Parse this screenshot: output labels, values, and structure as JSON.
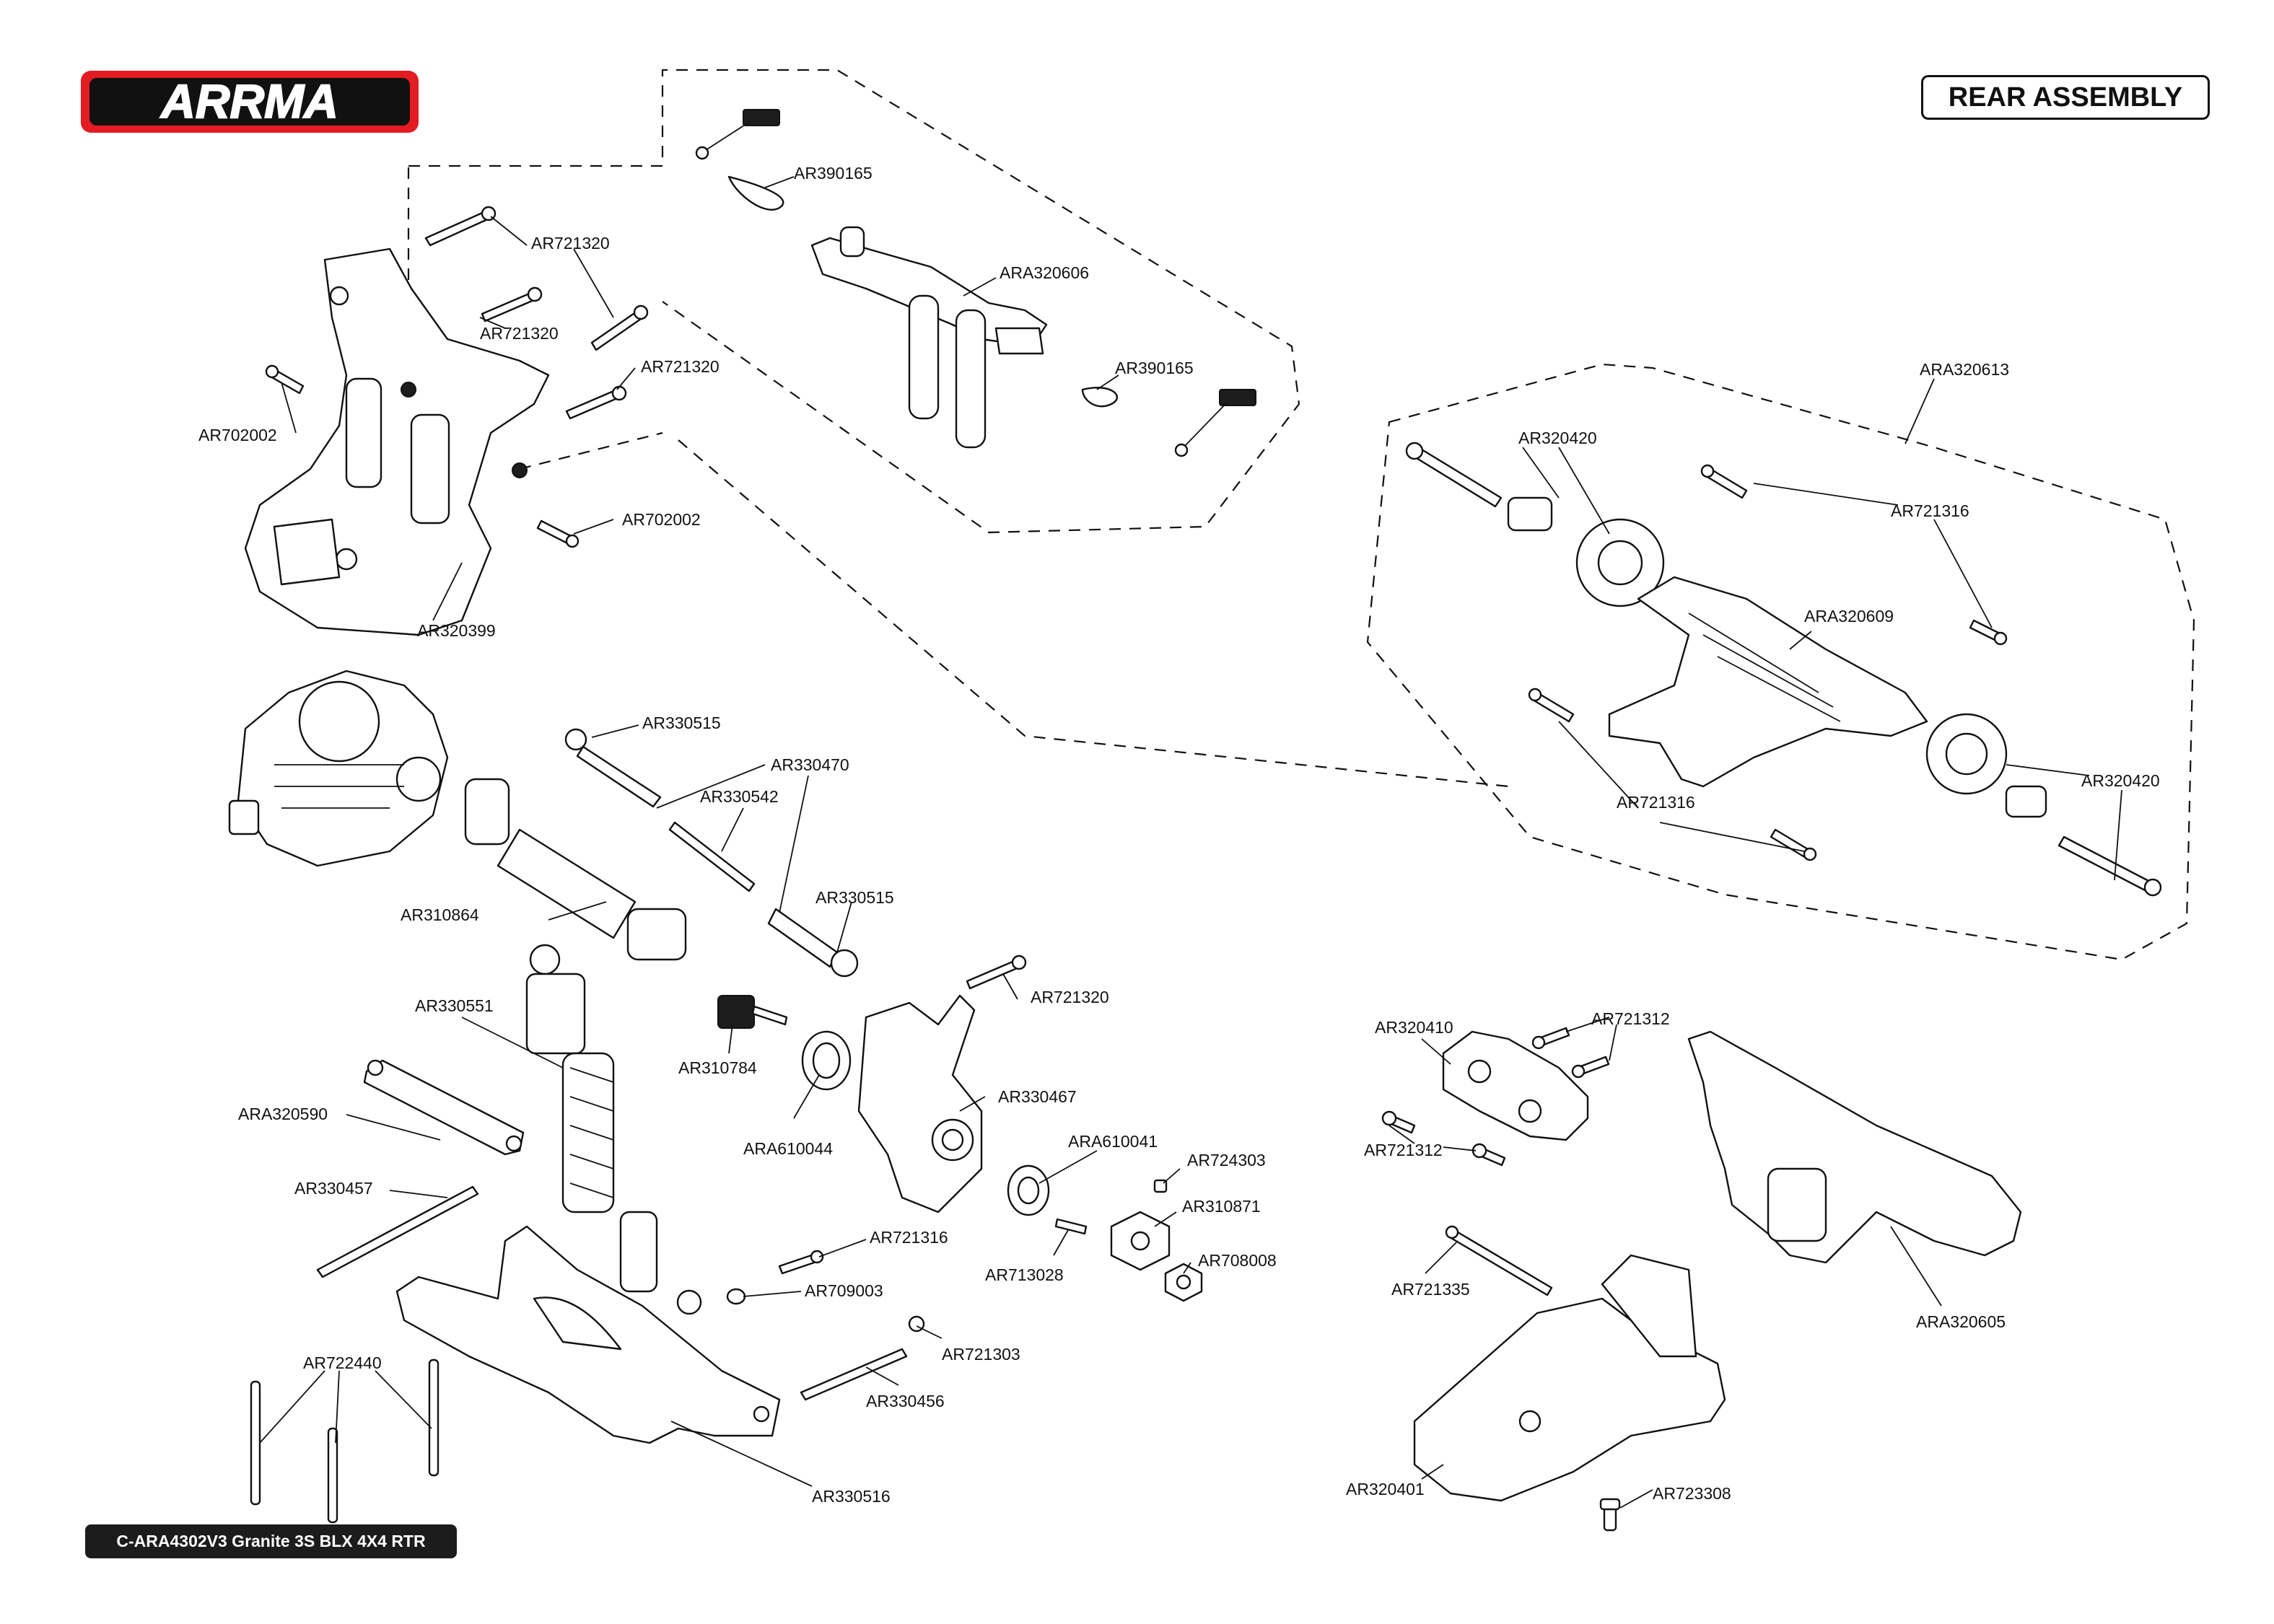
{
  "brand": {
    "logo_text": "ARRMA",
    "logo_color": "#e31b23"
  },
  "header": {
    "title": "REAR ASSEMBLY"
  },
  "footer": {
    "model": "C-ARA4302V3 Granite 3S BLX 4X4 RTR"
  },
  "parts": [
    "AR390165",
    "ARA320606",
    "AR390165",
    "AR721320",
    "AR721320",
    "AR721320",
    "AR702002",
    "AR702002",
    "AR320399",
    "ARA320613",
    "AR320420",
    "AR721316",
    "ARA320609",
    "AR721316",
    "AR320420",
    "AR330515",
    "AR330470",
    "AR330542",
    "AR330515",
    "AR310864",
    "AR330551",
    "AR310784",
    "AR721320",
    "AR330467",
    "ARA610044",
    "ARA610041",
    "AR724303",
    "AR310871",
    "AR713028",
    "AR708008",
    "ARA320590",
    "AR330457",
    "AR721316",
    "AR709003",
    "AR721303",
    "AR330456",
    "AR722440",
    "AR330516",
    "AR320410",
    "AR721312",
    "AR721312",
    "AR721335",
    "ARA320605",
    "AR320401",
    "AR723308"
  ]
}
